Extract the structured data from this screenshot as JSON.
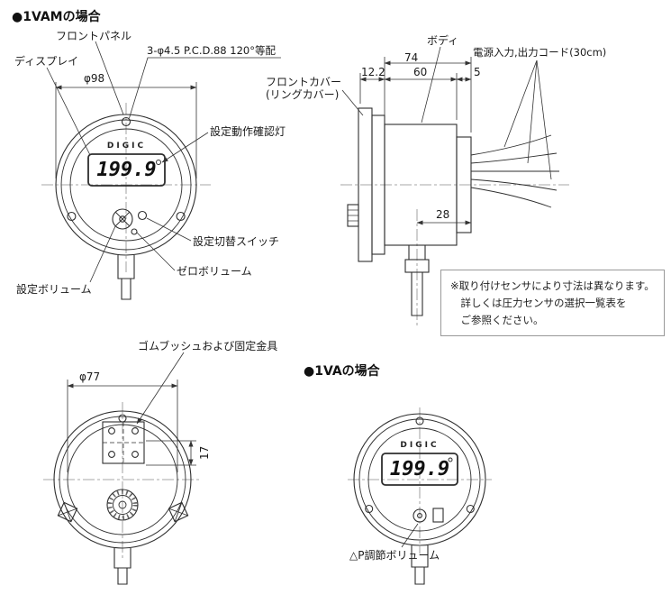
{
  "headings": {
    "vam": "●1VAMの場合",
    "va": "●1VAの場合"
  },
  "vam_front": {
    "label_front_panel": "フロントパネル",
    "label_display": "ディスプレイ",
    "label_mounting_holes": "3-φ4.5 P.C.D.88 120°等配",
    "dim_diameter": "φ98",
    "label_confirm_light": "設定動作確認灯",
    "label_mode_switch": "設定切替スイッチ",
    "label_zero_volume": "ゼロボリューム",
    "label_setting_volume": "設定ボリューム",
    "display_brand": "DIGIC",
    "display_value": "199.9"
  },
  "vam_side": {
    "label_body": "ボディ",
    "label_power_cord": "電源入力,出力コード(30cm)",
    "label_front_cover_line1": "フロントカバー",
    "label_front_cover_line2": "(リングカバー)",
    "dim_total": "74",
    "dim_ring": "12.2",
    "dim_body": "60",
    "dim_rear": "5",
    "dim_stem_offset": "28"
  },
  "note": {
    "line1": "※取り付けセンサにより寸法は異なります。",
    "line2": "詳しくは圧力センサの選択一覧表を",
    "line3": "ご参照ください。"
  },
  "vam_rear": {
    "label_rubber_bush": "ゴムブッシュおよび固定金具",
    "dim_diameter": "φ77",
    "dim_height": "17"
  },
  "va_front": {
    "display_brand": "DIGIC",
    "display_value": "199.9",
    "label_dp_volume": "△P調節ボリューム"
  },
  "colors": {
    "line": "#2e2e2e",
    "text": "#1a1a1a",
    "background": "#ffffff"
  }
}
